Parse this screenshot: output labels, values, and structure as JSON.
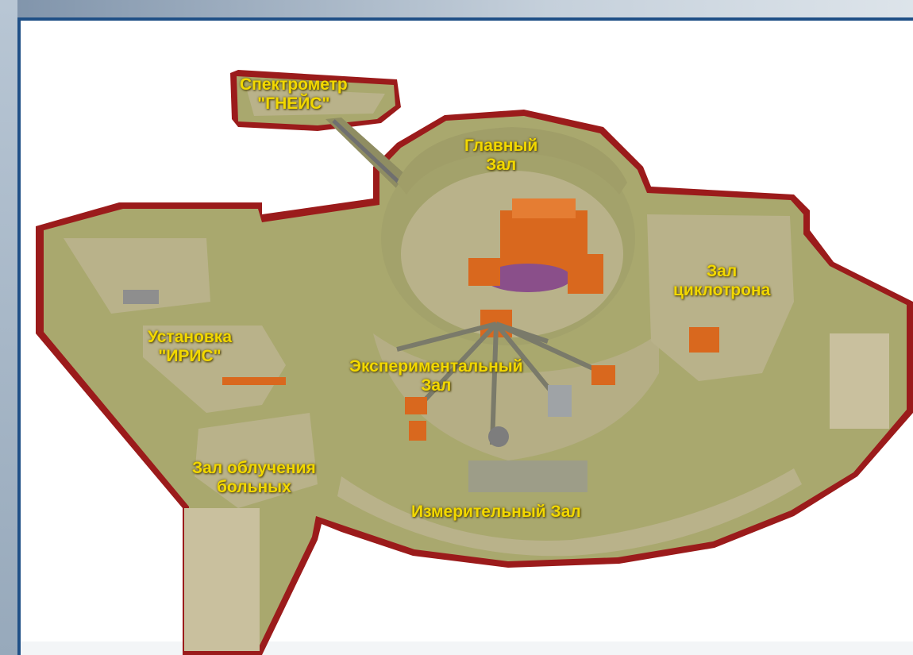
{
  "labels": {
    "gneis_line1": "Спектрометр",
    "gneis_line2": "\"ГНЕЙС\"",
    "main_hall_line1": "Главный",
    "main_hall_line2": "Зал",
    "cyclotron_line1": "Зал",
    "cyclotron_line2": "циклотрона",
    "iris_line1": "Установка",
    "iris_line2": "\"ИРИС\"",
    "experimental_line1": "Экспериментальный",
    "experimental_line2": "Зал",
    "patients_line1": "Зал облучения",
    "patients_line2": "больных",
    "measuring": "Измерительный Зал"
  },
  "colors": {
    "label": "#f2d800",
    "outline": "#9b1b1b",
    "wall": "#a9a86e",
    "floor": "#b9b28a",
    "equipment": "#d9681e",
    "frame_border": "#1f4f86"
  }
}
